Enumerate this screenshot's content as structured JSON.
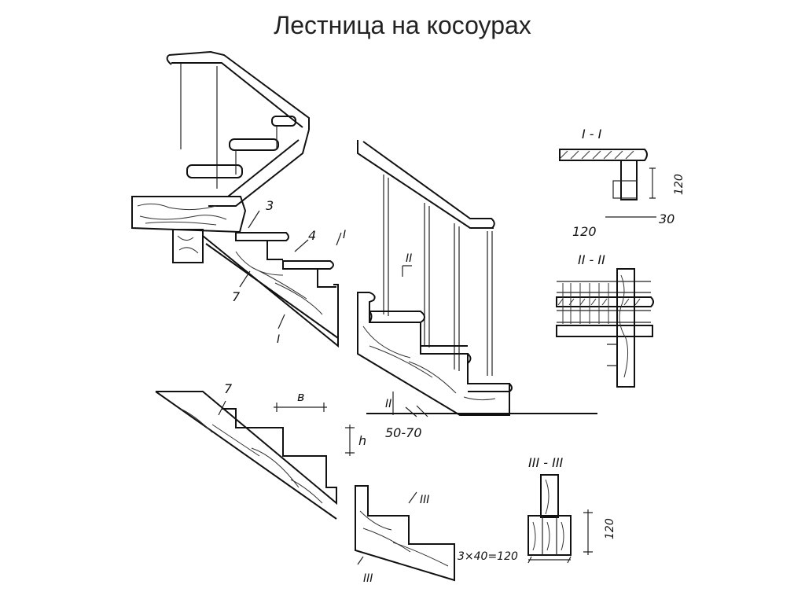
{
  "slide": {
    "title": "Лестница на косоурах"
  },
  "labels": {
    "callout_3": "3",
    "callout_4": "4",
    "callout_7_top": "7",
    "callout_7_bottom": "7",
    "cut_I_top": "I",
    "cut_I_bottom": "I",
    "cut_II_top": "II",
    "cut_II_bottom": "II",
    "cut_III_top": "III",
    "cut_III_bottom": "III",
    "section_I_title": "I - I",
    "section_II_title": "II - II",
    "section_III_title": "III - III",
    "dim_120_h": "120",
    "dim_120_w": "120",
    "dim_30": "30",
    "dim_b": "в",
    "dim_h": "h",
    "dim_50_70": "50-70",
    "dim_3x40": "3×40=120",
    "dim_120_sec3": "120"
  }
}
